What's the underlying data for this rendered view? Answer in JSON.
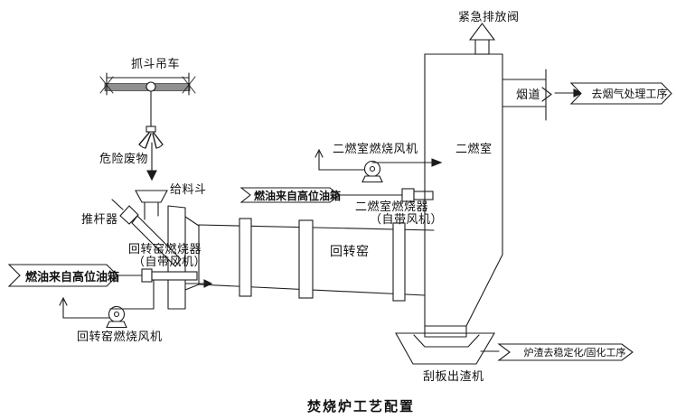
{
  "title": "焚烧炉工艺配置",
  "colors": {
    "line": "#1c1c1c",
    "text": "#111111",
    "crane_rail": "#8f8f8f",
    "background": "#ffffff"
  },
  "labels": {
    "crane": "抓斗吊车",
    "hazardous_waste": "危险废物",
    "feed_hopper": "给料斗",
    "pusher": "推杆器",
    "kiln_burner_1": "回转窑燃烧器",
    "kiln_burner_2": "（自带风机）",
    "kiln_fan": "回转窑燃烧风机",
    "rotary_kiln": "回转窑",
    "sec_fan": "二燃室燃烧风机",
    "sec_burner_1": "二燃室燃烧器",
    "sec_burner_2": "（自带风机）",
    "sec_chamber": "二燃室",
    "emergency_valve": "紧急排放阀",
    "flue": "烟道",
    "scraper": "刮板出渣机"
  },
  "banners": {
    "fuel_to_kiln_burner": "燃油来自高位油箱",
    "fuel_to_sec_burner": "燃油来自高位油箱",
    "to_flue_gas_treatment": "去烟气处理工序",
    "slag_to_stabilization": "炉渣去稳定化/固化工序"
  }
}
